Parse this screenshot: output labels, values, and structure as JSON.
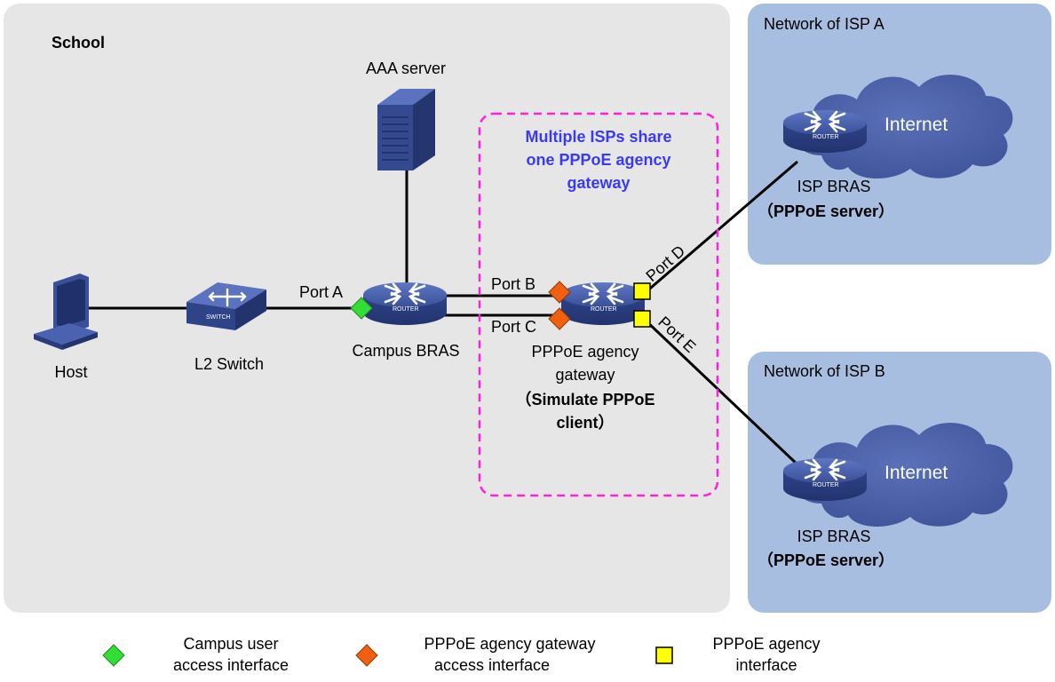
{
  "regions": {
    "school": "School",
    "isp_a": "Network of ISP A",
    "isp_b": "Network of ISP B"
  },
  "devices": {
    "aaa_server": "AAA server",
    "host": "Host",
    "l2_switch": "L2 Switch",
    "campus_bras": "Campus BRAS",
    "gateway_line1": "PPPoE agency",
    "gateway_line2": "gateway",
    "gateway_line3": "（Simulate PPPoE",
    "gateway_line4": "client）",
    "isp_a_bras": "ISP BRAS",
    "isp_a_role": "（PPPoE server）",
    "isp_b_bras": "ISP BRAS",
    "isp_b_role": "（PPPoE server）",
    "router_tag": "ROUTER",
    "switch_tag": "SWITCH"
  },
  "clouds": {
    "isp_a": "Internet",
    "isp_b": "Internet"
  },
  "ports": {
    "a": "Port A",
    "b": "Port B",
    "c": "Port C",
    "d": "Port D",
    "e": "Port E"
  },
  "callout": {
    "line1": "Multiple ISPs share",
    "line2": "one PPPoE agency",
    "line3": "gateway"
  },
  "legend": {
    "green": {
      "line1": "Campus user",
      "line2": "access interface"
    },
    "orange": {
      "line1": "PPPoE agency gateway",
      "line2": "access interface"
    },
    "yellow": {
      "line1": "PPPoE agency",
      "line2": "interface"
    }
  },
  "colors": {
    "school_bg": "#e7e6e6",
    "isp_bg": "#a8bee0",
    "cloud": "#4a5fa6",
    "router": "#3f57a3",
    "callout_border": "#ff22dd",
    "callout_text": "#3a3af0",
    "campus_port": "#33dd33",
    "gateway_port": "#f06010",
    "agency_port": "#ffff00"
  }
}
